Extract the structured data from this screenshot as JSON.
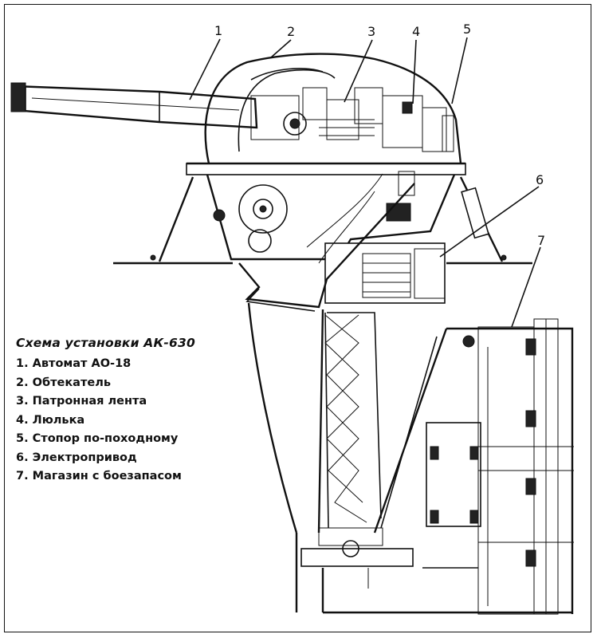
{
  "callouts": [
    "1",
    "2",
    "3",
    "4",
    "5",
    "6",
    "7"
  ],
  "legend": {
    "title": "Схема установки АК-630",
    "items": [
      "1. Автомат АО-18",
      "2. Обтекатель",
      "3. Патронная лента",
      "4. Люлька",
      "5. Стопор по-походному",
      "6. Электропривод",
      "7. Магазин с боезапасом"
    ]
  }
}
